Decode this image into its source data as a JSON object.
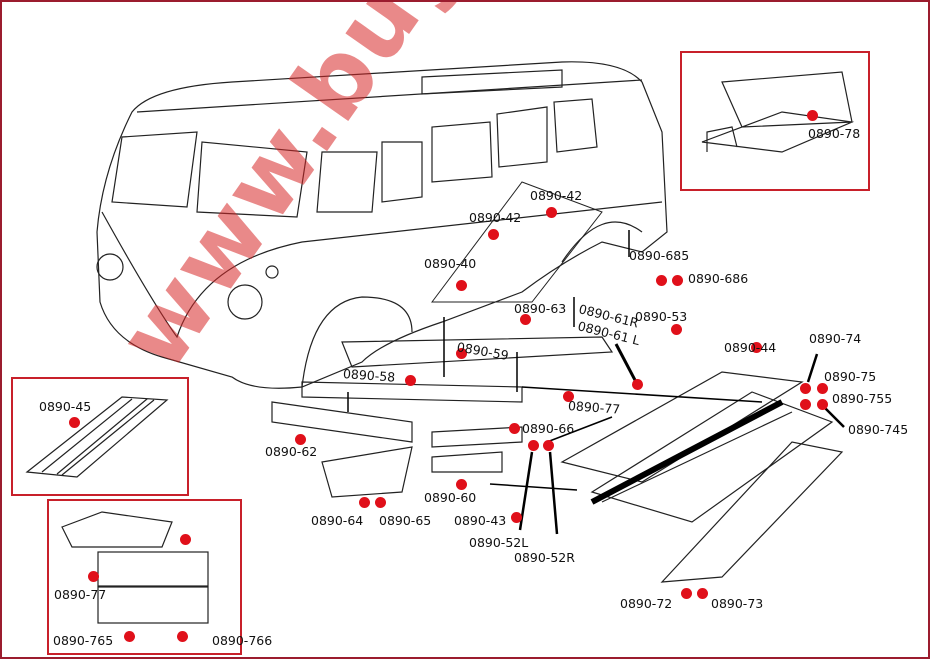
{
  "watermark": "www.bugparts.hu",
  "colors": {
    "dot": "#e0101a",
    "box_border": "#c8202a",
    "frame": "#9b1c2e"
  },
  "labels": {
    "p78": "0890-78",
    "p42a": "0890-42",
    "p42b": "0890-42",
    "p40": "0890-40",
    "p685": "0890-685",
    "p686": "0890-686",
    "p63": "0890-63",
    "p61r": "0890-61R",
    "p61l": "0890-61 L",
    "p53": "0890-53",
    "p59": "0890-59",
    "p44": "0890-44",
    "p74": "0890-74",
    "p75": "0890-75",
    "p755": "0890-755",
    "p745": "0890-745",
    "p58": "0890-58",
    "p77": "0890-77",
    "p45": "0890-45",
    "p66": "0890-66",
    "p62": "0890-62",
    "p60": "0890-60",
    "p64": "0890-64",
    "p65": "0890-65",
    "p43": "0890-43",
    "p52l": "0890-52L",
    "p52r": "0890-52R",
    "p72": "0890-72",
    "p73": "0890-73",
    "p77b": "0890-77",
    "p765": "0890-765",
    "p766": "0890-766"
  }
}
